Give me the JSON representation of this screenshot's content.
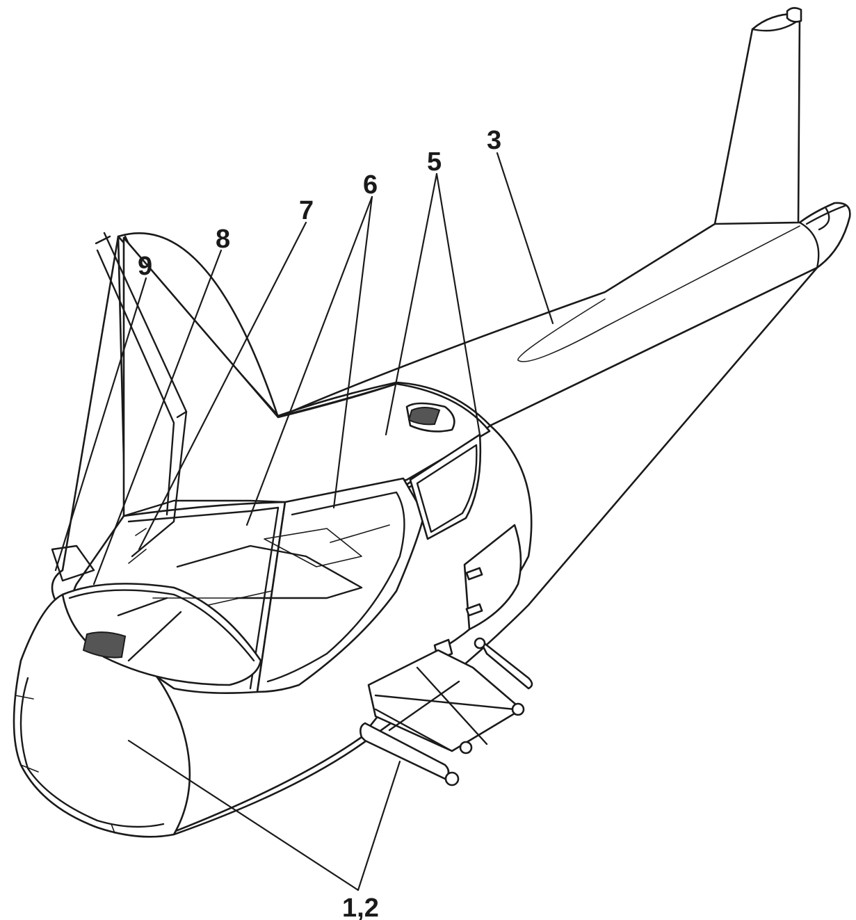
{
  "callouts": [
    {
      "id": "c9",
      "text": "9"
    },
    {
      "id": "c8",
      "text": "8"
    },
    {
      "id": "c7",
      "text": "7"
    },
    {
      "id": "c6",
      "text": "6"
    },
    {
      "id": "c5",
      "text": "5"
    },
    {
      "id": "c3",
      "text": "3"
    },
    {
      "id": "c12",
      "text": "1,2"
    }
  ]
}
